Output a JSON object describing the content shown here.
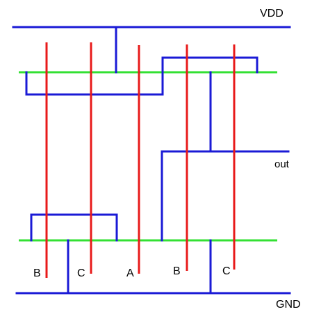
{
  "labels": {
    "vdd": "VDD",
    "out": "out",
    "gnd": "GND",
    "gate_b_left": "B",
    "gate_c_left": "C",
    "gate_a": "A",
    "gate_b_right": "B",
    "gate_c_right": "C"
  },
  "colors": {
    "metal": "#1a1ad6",
    "diffusion": "#33e033",
    "poly": "#e81a1a",
    "text": "#000000",
    "background": "#ffffff"
  }
}
